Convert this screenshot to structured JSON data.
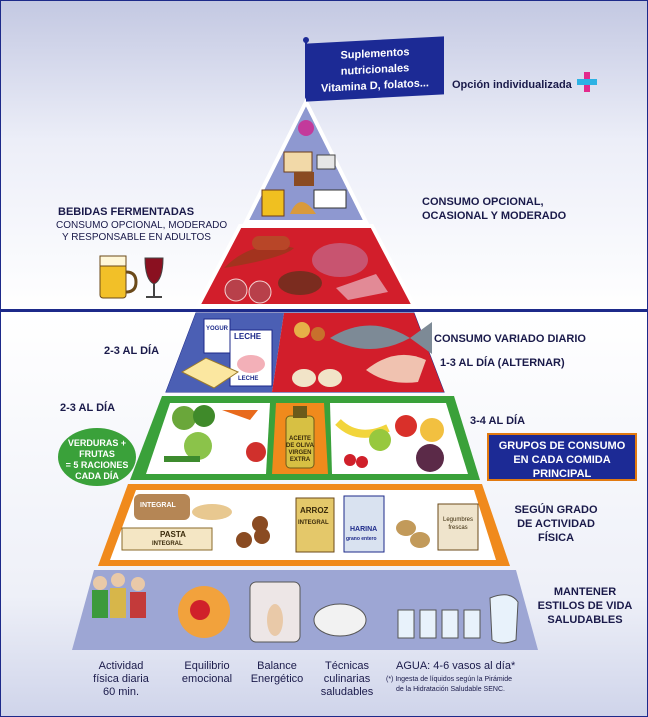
{
  "flag": {
    "line1": "Suplementos nutricionales",
    "line2": "Vitamina D, folatos..."
  },
  "individual": {
    "label": "Opción individualizada"
  },
  "top": {
    "beverages_title": "BEBIDAS FERMENTADAS",
    "beverages_sub1": "CONSUMO OPCIONAL, MODERADO",
    "beverages_sub2": "Y RESPONSABLE EN ADULTOS",
    "optional_line1": "CONSUMO OPCIONAL,",
    "optional_line2": "OCASIONAL Y MODERADO"
  },
  "middle": {
    "dairy_freq": "2-3  AL DÍA",
    "varied": "CONSUMO VARIADO DIARIO",
    "protein_freq": "1-3  AL DÍA (ALTERNAR)",
    "veg_freq": "2-3  AL DÍA",
    "fruit_freq": "3-4  AL DÍA",
    "badge_l1": "VERDURAS +",
    "badge_l2": "FRUTAS",
    "badge_l3": "= 5 RACIONES",
    "badge_l4": "CADA DÍA",
    "main_l1": "GRUPOS DE CONSUMO",
    "main_l2": "EN CADA COMIDA",
    "main_l3": "PRINCIPAL",
    "grain_l1": "SEGÚN GRADO",
    "grain_l2": "DE ACTIVIDAD",
    "grain_l3": "FÍSICA",
    "life_l1": "MANTENER",
    "life_l2": "ESTILOS DE VIDA",
    "life_l3": "SALUDABLES"
  },
  "food_labels": {
    "leche": "LECHE",
    "yogur": "YOGUR",
    "aceite_l1": "ACEITE",
    "aceite_l2": "DE OLIVA",
    "aceite_l3": "VIRGEN",
    "aceite_l4": "EXTRA",
    "integral": "INTEGRAL",
    "pasta": "PASTA",
    "integral2": "INTEGRAL",
    "arroz": "ARROZ",
    "arroz_integral": "INTEGRAL",
    "harina": "HARINA",
    "harina_sub": "grano entero",
    "legumbres_l1": "Legumbres",
    "legumbres_l2": "frescas",
    "leche_tetra": "LECHE"
  },
  "bottom": {
    "act_l1": "Actividad",
    "act_l2": "física diaria",
    "act_l3": "60 min.",
    "emo_l1": "Equilibrio",
    "emo_l2": "emocional",
    "bal_l1": "Balance",
    "bal_l2": "Energético",
    "tec_l1": "Técnicas",
    "tec_l2": "culinarias",
    "tec_l3": "saludables",
    "agua": "AGUA: 4-6 vasos al día*",
    "note_l1": "(*) Ingesta de líquidos según la Pirámide",
    "note_l2": "de la Hidratación Saludable SENC."
  },
  "colors": {
    "navy": "#1d2a8a",
    "red": "#d21e2b",
    "green": "#3aa13a",
    "orange": "#f08a1c",
    "lavender": "#9da6d4"
  }
}
